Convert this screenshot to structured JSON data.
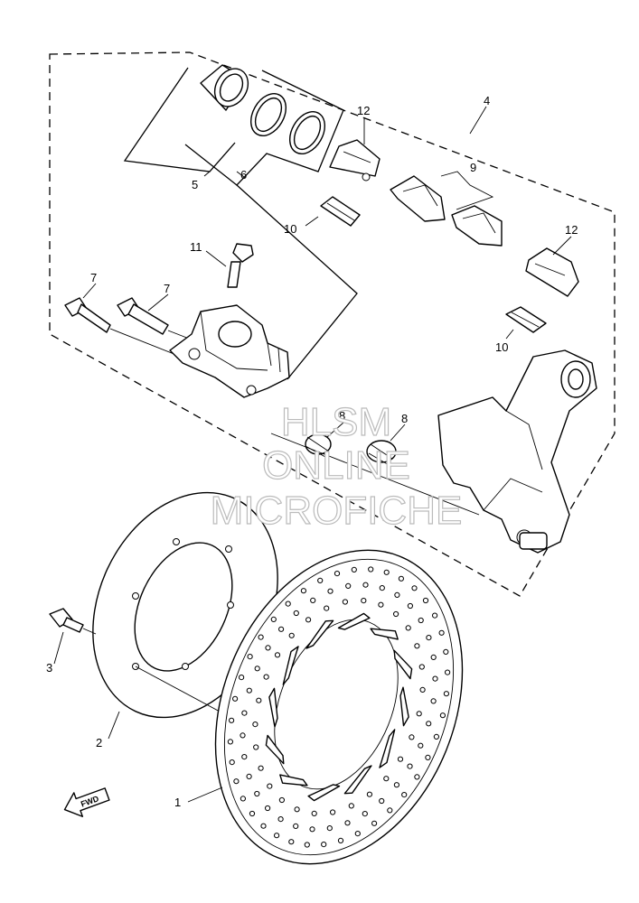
{
  "callouts": {
    "c1": "1",
    "c2": "2",
    "c3": "3",
    "c4": "4",
    "c5": "5",
    "c6": "6",
    "c7a": "7",
    "c7b": "7",
    "c8a": "8",
    "c8b": "8",
    "c9": "9",
    "c10a": "10",
    "c10b": "10",
    "c11": "11",
    "c12a": "12",
    "c12b": "12"
  },
  "watermark": {
    "line1": "HLSM",
    "line2": "ONLINE",
    "line3": "MICROFICHE"
  },
  "direction_arrow": {
    "label": "FWD",
    "icon": "forward-arrow-icon"
  }
}
